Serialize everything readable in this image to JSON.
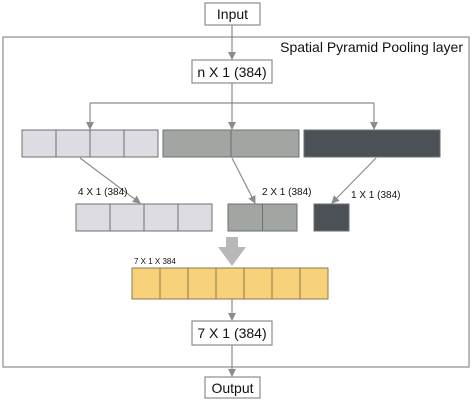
{
  "diagram": {
    "container_title": "Spatial Pyramid Pooling layer",
    "nodes": {
      "input": "Input",
      "feature_map": "n X 1 (384)",
      "concat": "7 X 1 (384)",
      "output": "Output"
    },
    "pooled_labels": {
      "level4": "4 X 1 (384)",
      "level2": "2 X 1 (384)",
      "level1": "1 X 1 (384)"
    },
    "concat_label": "7 X 1 X 384",
    "levels": [
      {
        "bins": 4,
        "color": "#dcdce2"
      },
      {
        "bins": 2,
        "color": "#a2a6a3"
      },
      {
        "bins": 1,
        "color": "#4b5157"
      }
    ],
    "concat_bins": 7,
    "concat_color": "#f7d27a"
  }
}
